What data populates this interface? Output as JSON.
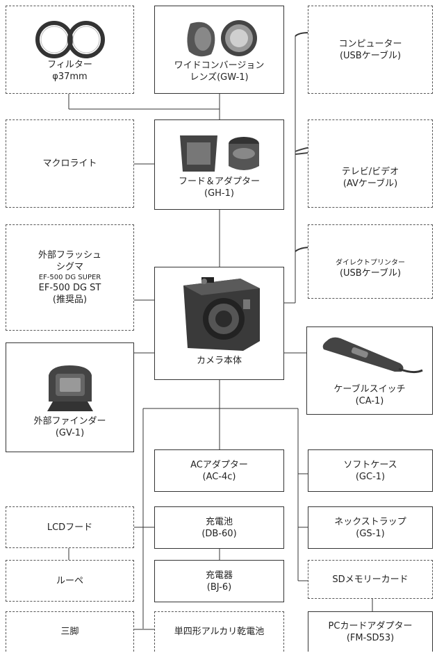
{
  "nodes": {
    "filter": {
      "line1": "フィルター",
      "line2": "φ37mm"
    },
    "wide": {
      "line1": "ワイドコンバージョン",
      "line2": "レンズ(GW-1)"
    },
    "computer": {
      "line1": "コンピューター",
      "line2": "(USBケーブル)"
    },
    "macro": {
      "line1": "マクロライト"
    },
    "hood": {
      "line1": "フード＆アダプター",
      "line2": "(GH-1)"
    },
    "tv": {
      "line1": "テレビ/ビデオ",
      "line2": "(AVケーブル)"
    },
    "flash": {
      "line1": "外部フラッシュ",
      "line2": "シグマ",
      "line3": "EF-500 DG SUPER",
      "line4": "EF-500 DG ST",
      "line5": "(推奨品)"
    },
    "printer": {
      "line1": "ダイレクトプリンター",
      "line2": "(USBケーブル)"
    },
    "camera": {
      "line1": "カメラ本体"
    },
    "finder": {
      "line1": "外部ファインダー",
      "line2": "(GV-1)"
    },
    "switch": {
      "line1": "ケーブルスイッチ",
      "line2": "(CA-1)"
    },
    "acadapter": {
      "line1": "ACアダプター",
      "line2": "(AC-4c)"
    },
    "softcase": {
      "line1": "ソフトケース",
      "line2": "(GC-1)"
    },
    "lcdhood": {
      "line1": "LCDフード"
    },
    "battery": {
      "line1": "充電池",
      "line2": "(DB-60)"
    },
    "strap": {
      "line1": "ネックストラップ",
      "line2": "(GS-1)"
    },
    "loupe": {
      "line1": "ルーペ"
    },
    "charger": {
      "line1": "充電器",
      "line2": "(BJ-6)"
    },
    "sdcard": {
      "line1": "SDメモリーカード"
    },
    "tripod": {
      "line1": "三脚"
    },
    "aabattery": {
      "line1": "単四形アルカリ乾電池"
    },
    "pcadapter": {
      "line1": "PCカードアダプター",
      "line2": "(FM-SD53)"
    }
  }
}
